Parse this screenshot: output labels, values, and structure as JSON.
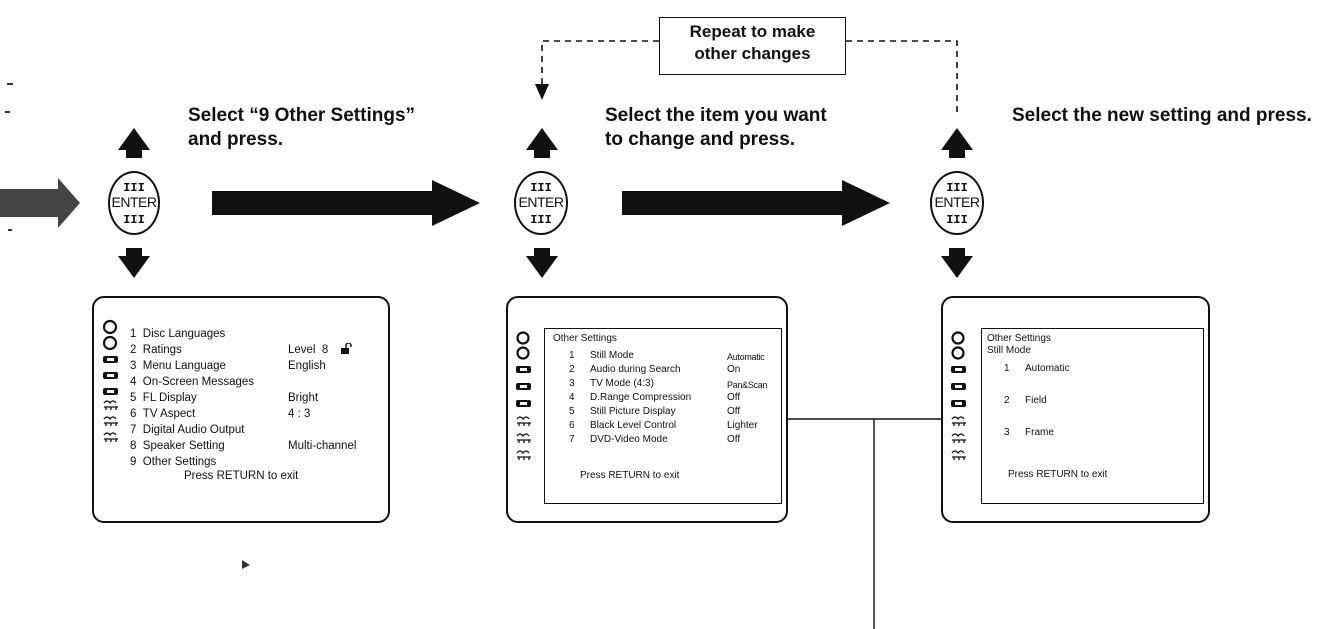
{
  "repeat_note": {
    "line1": "Repeat to make",
    "line2": "other changes"
  },
  "steps": [
    {
      "line1": "Select “9 Other Settings”",
      "line2": "and press."
    },
    {
      "line1": "Select the item you want",
      "line2": "to change and press."
    },
    {
      "line1": "Select the new setting and press.",
      "line2": ""
    }
  ],
  "enter_button": {
    "label": "ENTER"
  },
  "screen1": {
    "items": [
      {
        "num": "1",
        "label": "Disc Languages",
        "value": "",
        "icon": "disc-icon"
      },
      {
        "num": "2",
        "label": "Ratings",
        "value": "Level  8",
        "icon": "disc-icon"
      },
      {
        "num": "3",
        "label": "Menu Language",
        "value": "English",
        "icon": "display-icon"
      },
      {
        "num": "4",
        "label": "On-Screen Messages",
        "value": "",
        "icon": "display-icon"
      },
      {
        "num": "5",
        "label": "FL Display",
        "value": "Bright",
        "icon": "display-icon"
      },
      {
        "num": "6",
        "label": "TV Aspect",
        "value": "4 : 3",
        "icon": "speaker-icon"
      },
      {
        "num": "7",
        "label": "Digital Audio Output",
        "value": "",
        "icon": "speaker-icon"
      },
      {
        "num": "8",
        "label": "Speaker Setting",
        "value": "Multi-channel",
        "icon": "speaker-icon"
      },
      {
        "num": "9",
        "label": "Other Settings",
        "value": "",
        "icon": ""
      }
    ],
    "footer": "Press RETURN to exit"
  },
  "screen2": {
    "title": "Other Settings",
    "items": [
      {
        "num": "1",
        "label": "Still Mode",
        "value": "Automatic"
      },
      {
        "num": "2",
        "label": "Audio during Search",
        "value": "On"
      },
      {
        "num": "3",
        "label": "TV Mode (4:3)",
        "value": "Pan&Scan"
      },
      {
        "num": "4",
        "label": "D.Range Compression",
        "value": "Off"
      },
      {
        "num": "5",
        "label": "Still Picture Display",
        "value": "Off"
      },
      {
        "num": "6",
        "label": "Black Level Control",
        "value": "Lighter"
      },
      {
        "num": "7",
        "label": "DVD-Video Mode",
        "value": "Off"
      }
    ],
    "footer": "Press RETURN to exit"
  },
  "screen3": {
    "title": "Other Settings",
    "subtitle": "Still Mode",
    "options": [
      {
        "num": "1",
        "label": "Automatic"
      },
      {
        "num": "2",
        "label": "Field"
      },
      {
        "num": "3",
        "label": "Frame"
      }
    ],
    "footer": "Press RETURN to exit"
  },
  "icons": [
    "disc-icon",
    "display-icon",
    "speaker-icon",
    "lock-icon",
    "arrow-up-icon",
    "arrow-down-icon",
    "arrow-right-icon"
  ]
}
